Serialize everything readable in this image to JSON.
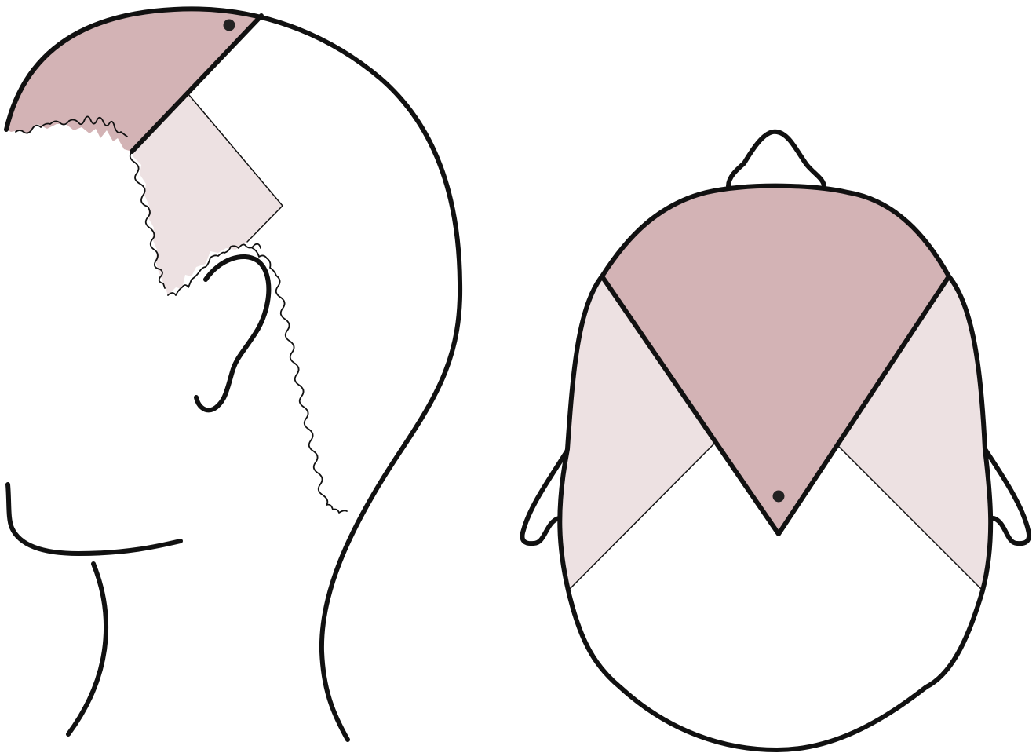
{
  "colors": {
    "background": "#ffffff",
    "outline": "#111111",
    "zone_dark": "#d3b3b5",
    "zone_light": "#ede1e2",
    "marker": "#222222"
  },
  "figures": [
    {
      "view": "lateral",
      "zones": [
        "dark",
        "light"
      ],
      "markers": 1
    },
    {
      "view": "superior",
      "zones": [
        "dark",
        "light-left",
        "light-right"
      ],
      "markers": 1
    }
  ]
}
